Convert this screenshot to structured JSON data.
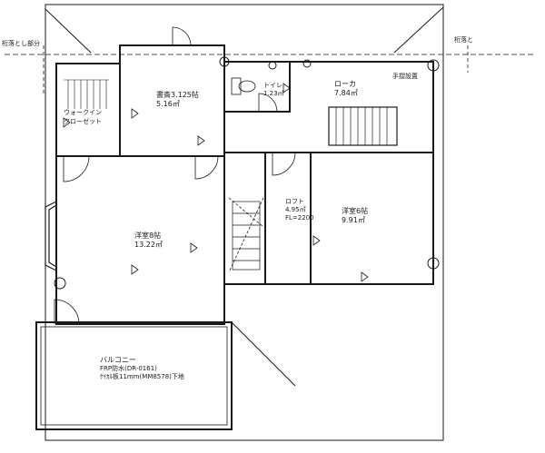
{
  "edge_notes": {
    "left": "桁落とし部分",
    "right": "桁落と"
  },
  "rooms": {
    "walk_in_closet": {
      "name_line1": "ウォークイン",
      "name_line2": "クローゼット"
    },
    "study": {
      "name": "書斎3.125帖",
      "area": "5.16㎡"
    },
    "toilet": {
      "name": "トイレ",
      "area": "1.23㎡"
    },
    "hallway": {
      "name": "ローカ",
      "area": "7.84㎡"
    },
    "handrail": {
      "name": "手摺設置"
    },
    "western_room_left": {
      "name": "洋室8帖",
      "area": "13.22㎡"
    },
    "loft": {
      "name": "ロフト",
      "area": "4.95㎡",
      "height": "FL=2200"
    },
    "western_room_right": {
      "name": "洋室6帖",
      "area": "9.91㎡"
    },
    "balcony": {
      "name": "バルコニー",
      "spec1": "FRP防水(DR-0161)",
      "spec2": "ｹｲｶﾙ板11mm(MM8578)下地"
    }
  },
  "colors": {
    "line": "#1a1a1a",
    "paper": "#ffffff"
  }
}
